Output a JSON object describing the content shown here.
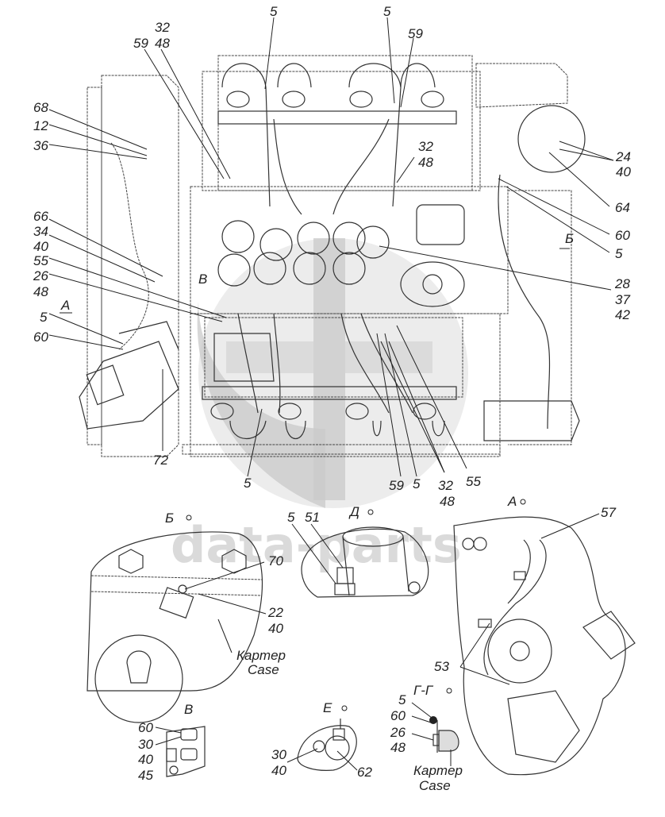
{
  "diagram": {
    "type": "engine wiring harness assembly drawing",
    "watermark": "data-parts",
    "main_view": {
      "labels": {
        "l32a": "32",
        "l48a": "48",
        "l59a": "59",
        "l5top1": "5",
        "l5top2": "5",
        "l59top": "59",
        "l68": "68",
        "l12": "12",
        "l36": "36",
        "l32b": "32",
        "l48b": "48",
        "l24": "24",
        "l40a": "40",
        "l64": "64",
        "l60a": "60",
        "l5r": "5",
        "l66": "66",
        "l34": "34",
        "l40b": "40",
        "l55a": "55",
        "l26a": "26",
        "l48c": "48",
        "l5l": "5",
        "l60b": "60",
        "l28": "28",
        "l37": "37",
        "l42": "42",
        "l72": "72",
        "l5bot": "5",
        "l59bot": "59",
        "l5bot2": "5",
        "l32c": "32",
        "l48d": "48",
        "l55b": "55"
      },
      "view_markers": {
        "A": "А",
        "B_cyr": "Б",
        "V": "В"
      }
    },
    "detail_views": [
      {
        "id": "view-B-cyr",
        "title": "Б",
        "labels": [
          "70",
          "22",
          "40"
        ],
        "note_ru": "Картер",
        "note_en": "Case"
      },
      {
        "id": "view-D",
        "title": "Д",
        "labels": [
          "5",
          "51"
        ]
      },
      {
        "id": "view-A",
        "title": "А",
        "labels": [
          "57",
          "53"
        ]
      },
      {
        "id": "view-V",
        "title": "В",
        "labels": [
          "60",
          "30",
          "40",
          "45"
        ]
      },
      {
        "id": "view-E",
        "title": "Е",
        "labels": [
          "30",
          "40",
          "62"
        ]
      },
      {
        "id": "section-G-G",
        "title": "Г-Г",
        "labels": [
          "5",
          "60",
          "26",
          "48"
        ],
        "note_ru": "Картер",
        "note_en": "Case"
      }
    ]
  }
}
